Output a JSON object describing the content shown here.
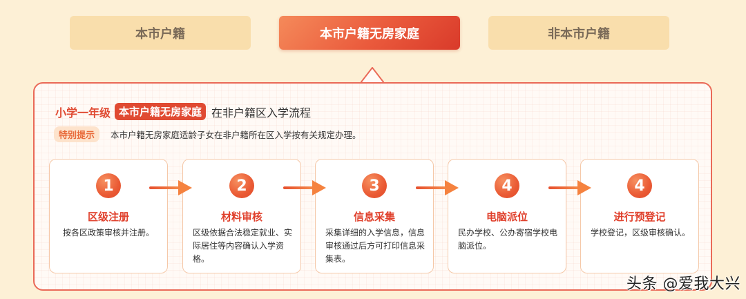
{
  "tabs": [
    {
      "label": "本市户籍",
      "active": false
    },
    {
      "label": "本市户籍无房家庭",
      "active": true
    },
    {
      "label": "非本市户籍",
      "active": false
    }
  ],
  "panel": {
    "title": {
      "grade": "小学一年级",
      "badge": "本市户籍无房家庭",
      "rest": "在非户籍区入学流程"
    },
    "tip": {
      "badge": "特别提示",
      "text": "本市户籍无房家庭适龄子女在非户籍所在区入学按有关规定办理。"
    },
    "steps": [
      {
        "number": "1",
        "title": "区级注册",
        "desc": "按各区政策审核并注册。"
      },
      {
        "number": "2",
        "title": "材料审核",
        "desc": "区级依据合法稳定就业、实际居住等内容确认入学资格。"
      },
      {
        "number": "3",
        "title": "信息采集",
        "desc": "采集详细的入学信息，信息审核通过后方可打印信息采集表。"
      },
      {
        "number": "4",
        "title": "电脑派位",
        "desc": "民办学校、公办寄宿学校电脑派位。"
      },
      {
        "number": "4",
        "title": "进行预登记",
        "desc": "学校登记，区级审核确认。"
      }
    ]
  },
  "watermark": "头条 @爱我大兴",
  "colors": {
    "background": "#fdf0d6",
    "accent": "#e04a32",
    "tab_inactive": "#f9deac",
    "panel_border": "#ea6a58"
  }
}
